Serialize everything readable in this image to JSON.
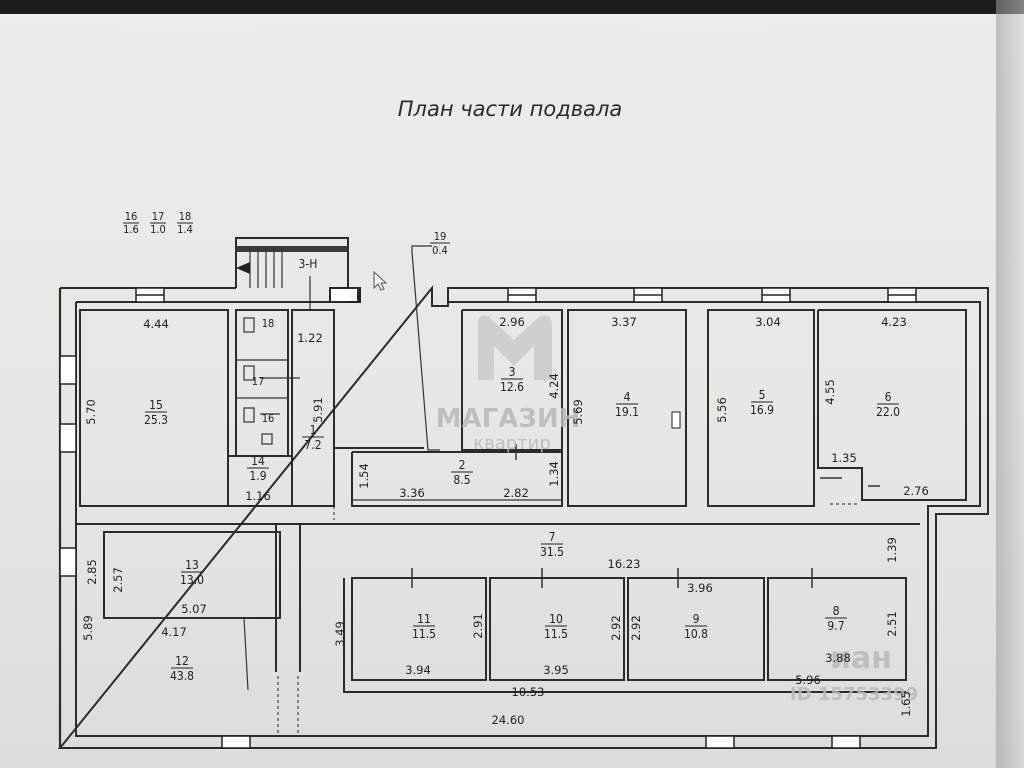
{
  "title": "План части подвала",
  "top_labels": [
    {
      "num": "16",
      "area": "1.6"
    },
    {
      "num": "17",
      "area": "1.0"
    },
    {
      "num": "18",
      "area": "1.4"
    }
  ],
  "room19": {
    "num": "19",
    "area": "0.4"
  },
  "stair_label": "3-Н",
  "rooms": [
    {
      "id": "1",
      "num": "1",
      "area": "7.2"
    },
    {
      "id": "2",
      "num": "2",
      "area": "8.5"
    },
    {
      "id": "3",
      "num": "3",
      "area": "12.6"
    },
    {
      "id": "4",
      "num": "4",
      "area": "19.1"
    },
    {
      "id": "5",
      "num": "5",
      "area": "16.9"
    },
    {
      "id": "6",
      "num": "6",
      "area": "22.0"
    },
    {
      "id": "7",
      "num": "7",
      "area": "31.5"
    },
    {
      "id": "8",
      "num": "8",
      "area": "9.7"
    },
    {
      "id": "9",
      "num": "9",
      "area": "10.8"
    },
    {
      "id": "10",
      "num": "10",
      "area": "11.5"
    },
    {
      "id": "11",
      "num": "11",
      "area": "11.5"
    },
    {
      "id": "12",
      "num": "12",
      "area": "43.8"
    },
    {
      "id": "13",
      "num": "13",
      "area": "13.0"
    },
    {
      "id": "14",
      "num": "14",
      "area": "1.9"
    },
    {
      "id": "15",
      "num": "15",
      "area": "25.3"
    }
  ],
  "small_room_numbers": {
    "r18": "18",
    "r17": "17",
    "r16": "16"
  },
  "dimensions": {
    "d444": "4.44",
    "d570": "5.70",
    "d122": "1.22",
    "d591": "5.91",
    "d116": "1.16",
    "d296": "2.96",
    "d424": "4.24",
    "d337": "3.37",
    "d569": "5.69",
    "d134": "1.34",
    "d154": "1.54",
    "d336": "3.36",
    "d282": "2.82",
    "d304": "3.04",
    "d556": "5.56",
    "d455": "4.55",
    "d423": "4.23",
    "d135": "1.35",
    "d276": "2.76",
    "d1623": "16.23",
    "d396": "3.96",
    "d139": "1.39",
    "d285": "2.85",
    "d257": "2.57",
    "d507": "5.07",
    "d417": "4.17",
    "d589": "5.89",
    "d349": "3.49",
    "d291": "2.91",
    "d292a": "2.92",
    "d292b": "2.92",
    "d251": "2.51",
    "d394": "3.94",
    "d395": "3.95",
    "d388": "3.88",
    "d1053": "10.53",
    "d596": "5.96",
    "d2460": "24.60",
    "d165": "1.65"
  },
  "watermark": {
    "line1": "МАГАЗИН",
    "line2": "квартир",
    "corner": "ID 15753399",
    "corner2": "иан"
  }
}
